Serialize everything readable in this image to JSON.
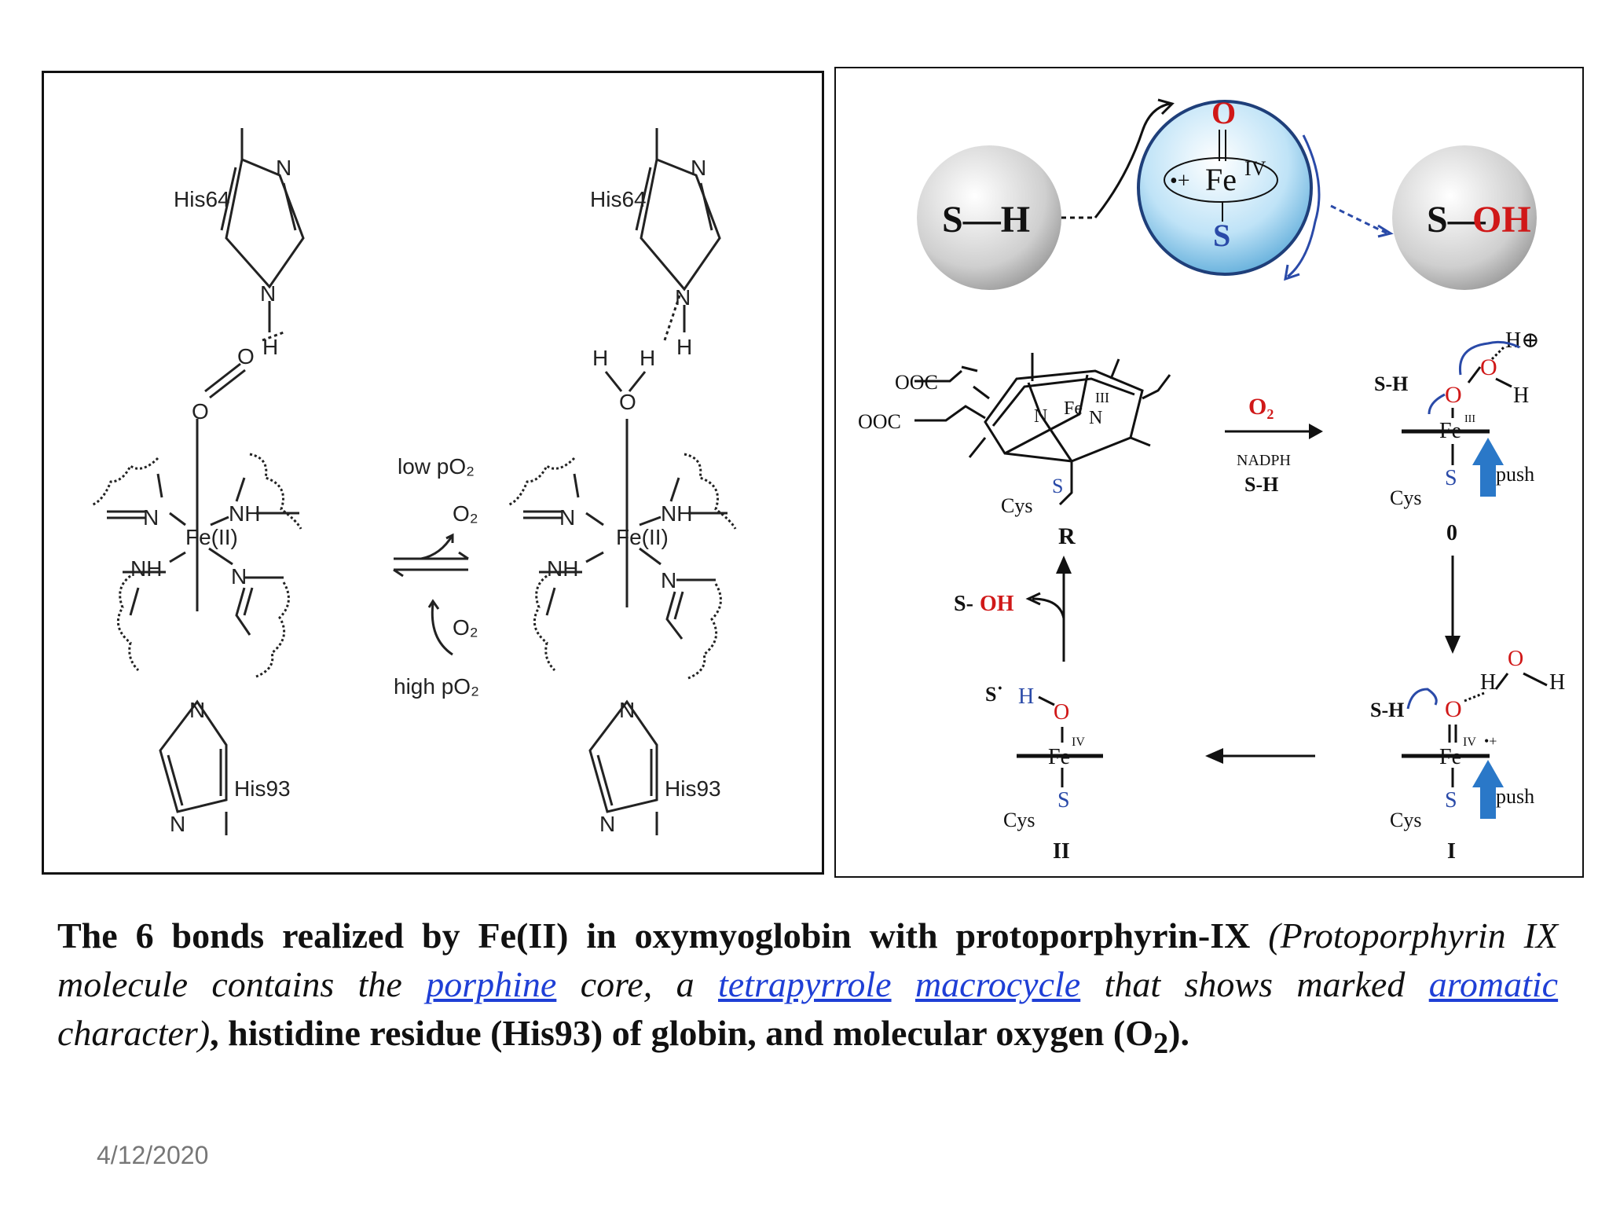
{
  "left": {
    "his64": "His64",
    "his93": "His93",
    "fe": "Fe(II)",
    "low": "low pO₂",
    "high": "high pO₂",
    "o2": "O₂",
    "n": "N",
    "nh": "NH",
    "h": "H",
    "o": "O"
  },
  "right": {
    "sh": "S—H",
    "s_part": "S—",
    "oh": "OH",
    "fe_iv": "Fe",
    "iv": "IV",
    "radical": "•+",
    "s": "S",
    "o": "O",
    "coo": "OOC",
    "r_label": "R",
    "o2": "O₂",
    "nadph": "NADPH",
    "sh_small": "S-H",
    "cys": "Cys",
    "push": "push",
    "zero": "0",
    "one": "I",
    "two": "II",
    "soh": "S-OH",
    "s_rad": "S˙",
    "h": "H",
    "hplus": "H⊕",
    "fe": "Fe",
    "iii": "III",
    "iv_small": "IV",
    "n": "N"
  },
  "caption": {
    "p1": "The 6 bonds realized by Fe(II) in oxymyoglobin with protoporphyrin-IX",
    "p2": "(Protoporphyrin IX molecule contains the",
    "link1": "porphine",
    "p3": "core, a",
    "link2": "tetrapyrrole",
    "link3": "macrocycle",
    "p4": "that shows marked",
    "link4": "aromatic",
    "p5": "character)",
    "p6": ", histidine residue (His93) of globin, and molecular oxygen (O",
    "sub": "2",
    "p7": ")."
  },
  "footer": {
    "date": "4/12/2020"
  },
  "colors": {
    "red": "#d01818",
    "blue": "#2a4aa8",
    "link": "#1f3fd6",
    "arrow_blue": "#2a78c8"
  }
}
